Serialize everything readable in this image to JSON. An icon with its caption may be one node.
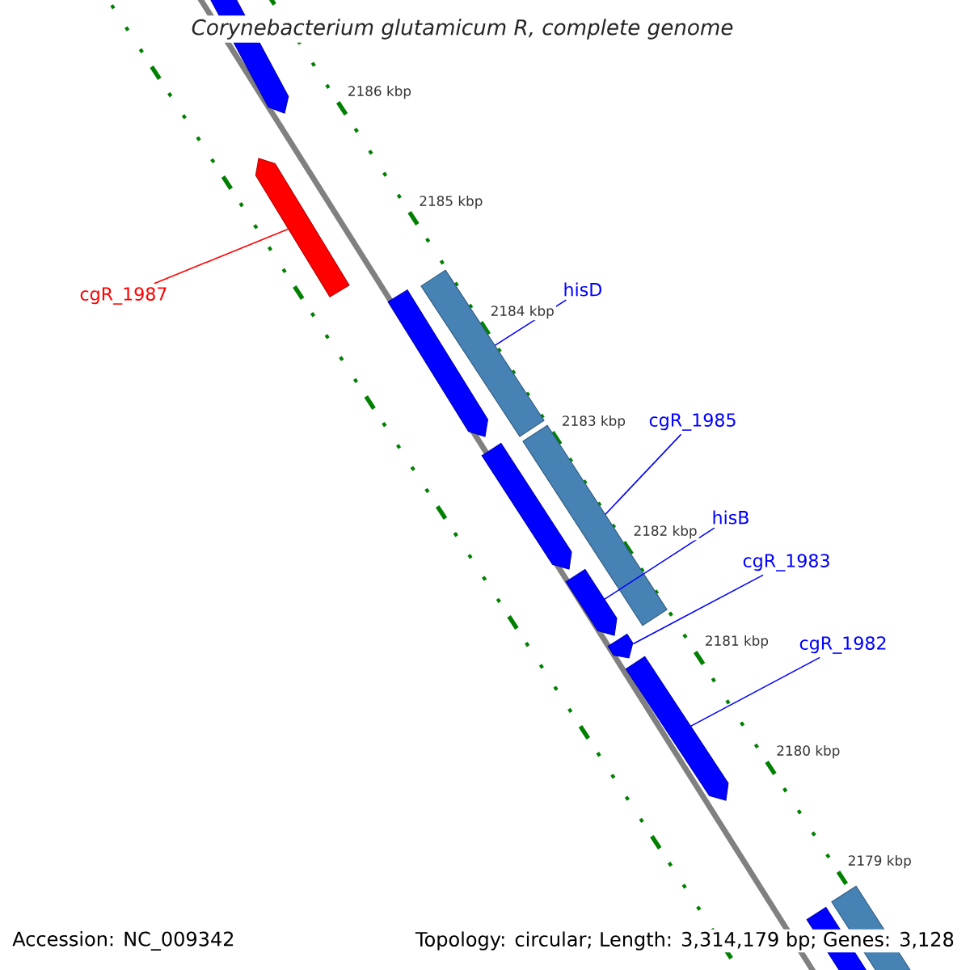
{
  "diagram": {
    "title": "Corynebacterium glutamicum R, complete genome",
    "nodes": [
      {
        "text": [
          "cgR_1987"
        ]
      },
      {
        "text": [],
        "shape": "pentagon"
      },
      {
        "text": [
          "hisD"
        ]
      },
      {
        "text": [],
        "shape": "box"
      },
      {
        "text": [
          "cgR_1985"
        ]
      },
      {
        "text": [],
        "shape": "box"
      },
      {
        "text": [
          "hisB"
        ]
      },
      {
        "text": [],
        "shape": "pentagon"
      },
      {
        "text": [
          "cgR_1983"
        ]
      },
      {
        "text": [],
        "shape": "pentagon"
      },
      {
        "text": [
          "cgR_1982"
        ]
      },
      {
        "text": [],
        "shape": "pentagon"
      },
      {
        "text": [],
        "shape": "pentagon"
      },
      {
        "text": [],
        "shape": "pentagon"
      },
      {
        "text": [],
        "shape": "pentagon"
      },
      {
        "text": [],
        "shape": "pentagon"
      },
      {
        "text": [],
        "shape": "box"
      }
    ],
    "edges": [
      {
        "from": 0,
        "to": 1,
        "arrow": "none",
        "color": "#ff0000"
      },
      {
        "from": 2,
        "to": 3,
        "arrow": "none"
      },
      {
        "from": 4,
        "to": 5,
        "arrow": "none"
      },
      {
        "from": 6,
        "to": 7,
        "arrow": "none"
      },
      {
        "from": 8,
        "to": 9,
        "arrow": "none"
      },
      {
        "from": 10,
        "to": 11,
        "arrow": "none"
      }
    ],
    "labels": [
      "2186 kbp",
      "2185 kbp",
      "2184 kbp",
      "2183 kbp",
      "2182 kbp",
      "2181 kbp",
      "2180 kbp",
      "2179 kbp",
      "Accession: NC_009342",
      "Topology: circular; Length: 3,314,179 bp; Genes: 3,128"
    ]
  }
}
